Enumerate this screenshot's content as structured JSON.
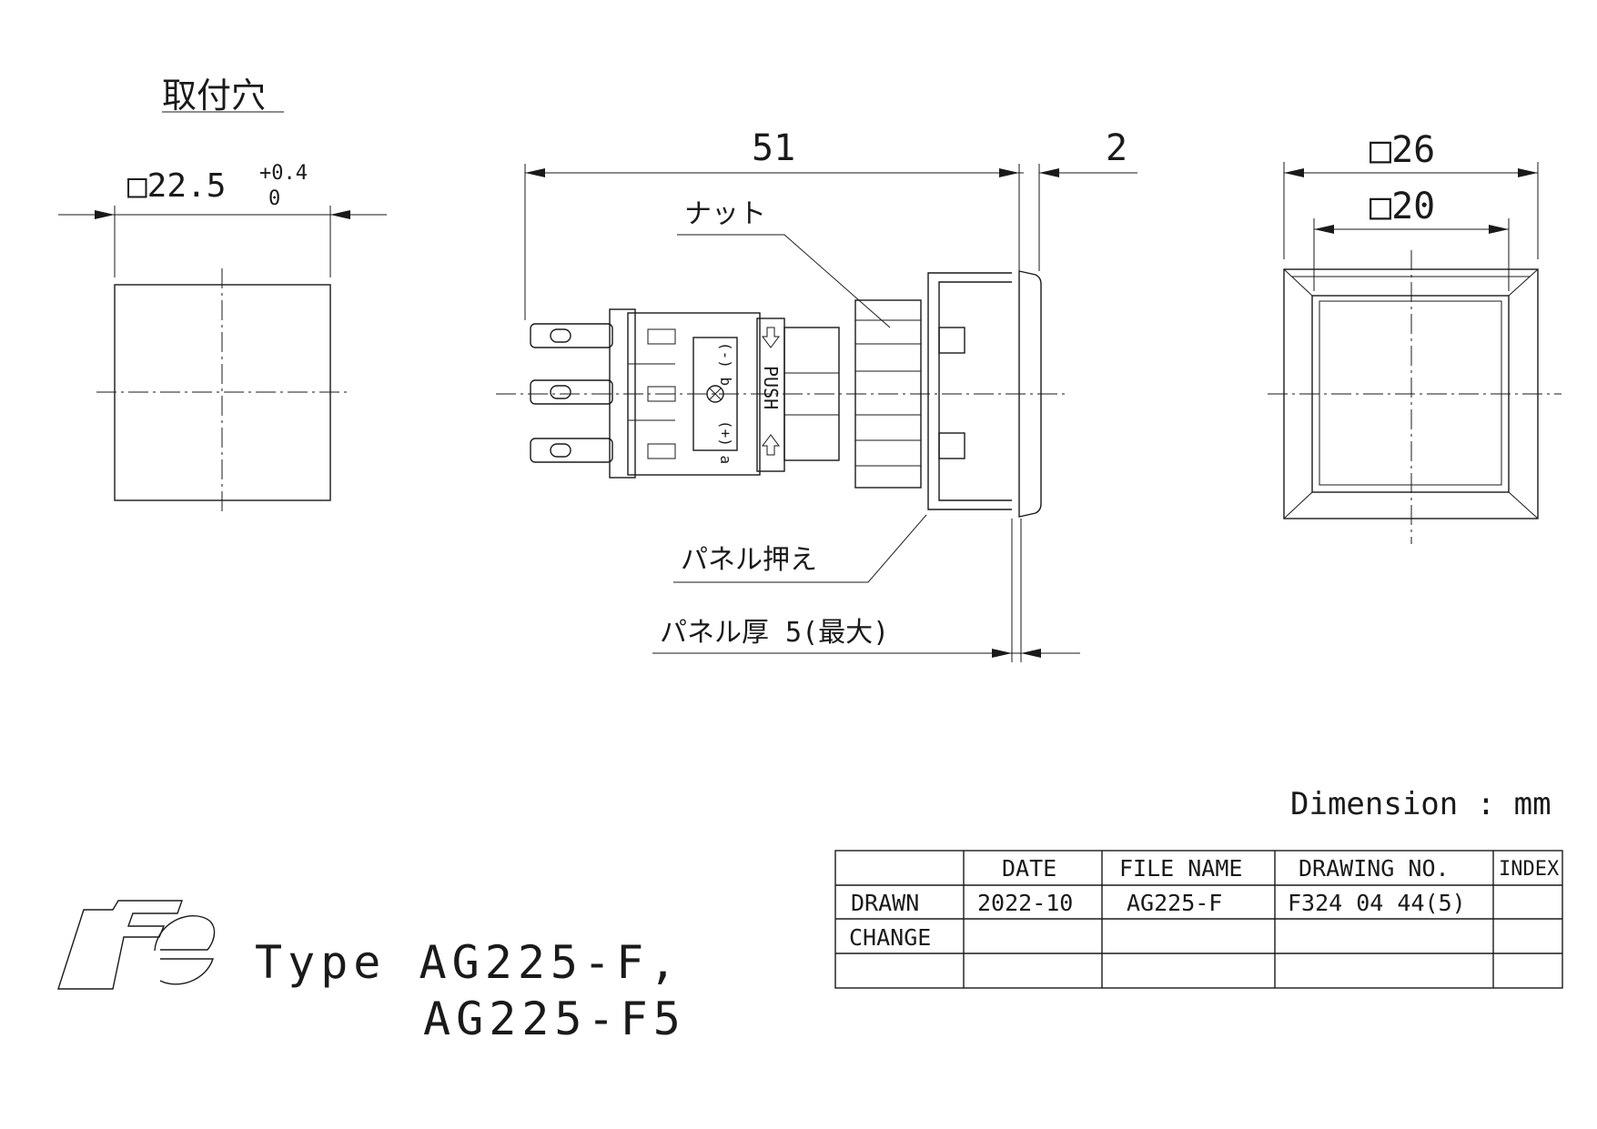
{
  "mounting_hole": {
    "title": "取付穴",
    "size": "□22.5",
    "tol_plus": "+0.4",
    "tol_minus": "0"
  },
  "side_view": {
    "length": "51",
    "flange": "2",
    "nut_label": "ナット",
    "panel_clamp_label": "パネル押え",
    "panel_thickness_label": "パネル厚 5(最大)",
    "push_label": "PUSH",
    "terminal_b": "(-) b",
    "terminal_a": "(+) a"
  },
  "front_view": {
    "outer": "□26",
    "inner": "□20"
  },
  "units": "Dimension : mm",
  "title_block": {
    "headers": [
      "",
      "DATE",
      "FILE NAME",
      "DRAWING NO.",
      "INDEX"
    ],
    "rows": [
      [
        "DRAWN",
        "2022-10",
        "AG225-F",
        "F324 04 44(5)",
        ""
      ],
      [
        "CHANGE",
        "",
        "",
        "",
        ""
      ],
      [
        "",
        "",
        "",
        "",
        ""
      ]
    ]
  },
  "type_label": {
    "line1": "Type AG225-F,",
    "line2": "AG225-F5"
  },
  "logo_text": "Fe"
}
